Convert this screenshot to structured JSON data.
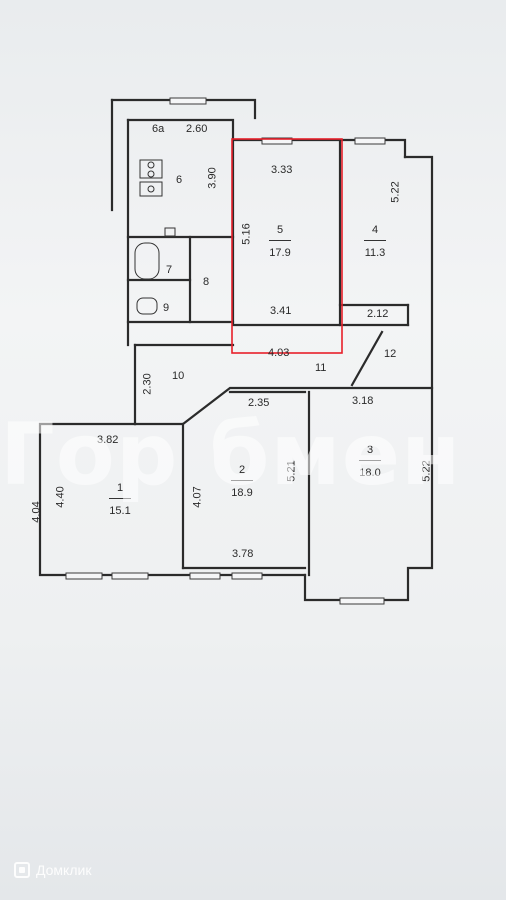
{
  "rooms": [
    {
      "id": "1",
      "area": "15.1"
    },
    {
      "id": "2",
      "area": "18.9"
    },
    {
      "id": "3",
      "area": "18.0"
    },
    {
      "id": "4",
      "area": "11.3"
    },
    {
      "id": "5",
      "area": "17.9"
    },
    {
      "id": "6"
    },
    {
      "id": "6а"
    },
    {
      "id": "7"
    },
    {
      "id": "8"
    },
    {
      "id": "9"
    },
    {
      "id": "10"
    },
    {
      "id": "11"
    },
    {
      "id": "12"
    }
  ],
  "dimensions": {
    "d_2_60": "2.60",
    "d_3_90": "3.90",
    "d_3_33": "3.33",
    "d_5_16": "5.16",
    "d_5_22_top": "5.22",
    "d_3_41": "3.41",
    "d_2_12": "2.12",
    "d_4_03": "4.03",
    "d_2_30": "2.30",
    "d_2_35": "2.35",
    "d_3_18": "3.18",
    "d_3_82": "3.82",
    "d_4_40": "4.40",
    "d_4_07": "4.07",
    "d_5_21": "5.21",
    "d_5_22_bottom": "5.22",
    "d_3_78": "3.78",
    "d_4_04": "4.04"
  },
  "highlight_color": "#e8202a",
  "watermark": "Гор бмен",
  "brand": "Домклик"
}
